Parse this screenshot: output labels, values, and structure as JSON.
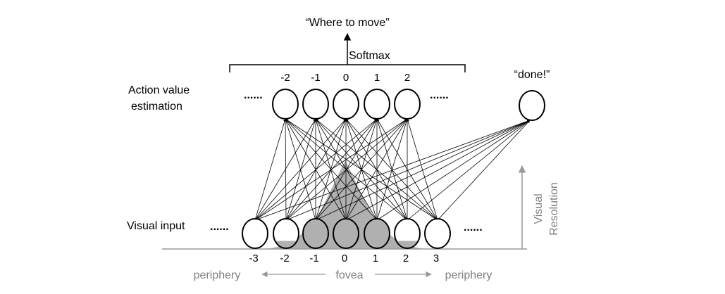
{
  "top_label": "“Where to move”",
  "softmax_label": "Softmax",
  "action_label_line1": "Action value",
  "action_label_line2": "estimation",
  "done_label": "“done!”",
  "visual_input_label": "Visual input",
  "ellipsis": "......",
  "action_indices": [
    "-2",
    "-1",
    "0",
    "1",
    "2"
  ],
  "input_indices": [
    "-3",
    "-2",
    "-1",
    "0",
    "1",
    "2",
    "3"
  ],
  "input_fill_levels": [
    0,
    0.25,
    1,
    1,
    1,
    0.25,
    0
  ],
  "axis_label_line1": "Visual",
  "axis_label_line2": "Resolution",
  "periphery_left": "periphery",
  "fovea": "fovea",
  "periphery_right": "periphery",
  "colors": {
    "fovea_fill": "#b0b0b0",
    "gray_text": "#808080"
  }
}
